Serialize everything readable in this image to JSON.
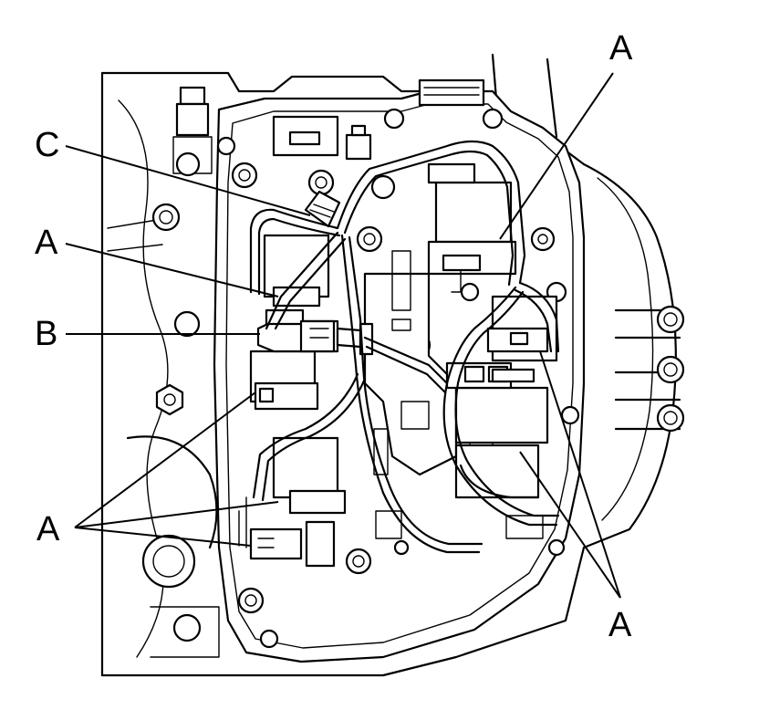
{
  "callouts": [
    {
      "id": "c-top-right",
      "text": "A"
    },
    {
      "id": "c-c",
      "text": "C"
    },
    {
      "id": "c-a-left",
      "text": "A"
    },
    {
      "id": "c-b",
      "text": "B"
    },
    {
      "id": "c-a-lower-left",
      "text": "A"
    },
    {
      "id": "c-a-bottom-right",
      "text": "A"
    }
  ]
}
